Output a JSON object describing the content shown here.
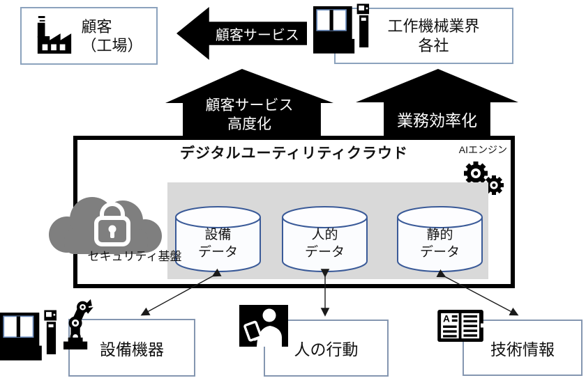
{
  "top": {
    "customer_box": {
      "line1": "顧客",
      "line2": "（工場）"
    },
    "service_arrow_label": "顧客サービス",
    "industry_box": {
      "line1": "工作機械業界",
      "line2": "各社"
    }
  },
  "up_arrows": {
    "left": {
      "line1": "顧客サービス",
      "line2": "高度化"
    },
    "right": {
      "label": "業務効率化"
    }
  },
  "cloud_box": {
    "title": "デジタルユーティリティクラウド",
    "ai_engine_label": "AIエンジン",
    "security_label": "セキュリティ基盤",
    "databases": [
      {
        "line1": "設備",
        "line2": "データ"
      },
      {
        "line1": "人的",
        "line2": "データ"
      },
      {
        "line1": "静的",
        "line2": "データ"
      }
    ]
  },
  "bottom": {
    "equipment_label": "設備機器",
    "human_label": "人の行動",
    "tech_label": "技術情報"
  },
  "icons": {
    "book_letter": "A"
  },
  "colors": {
    "black": "#000000",
    "panel_gray": "#d9d9d9",
    "cloud_gray": "#7f7f7f",
    "cylinder_stroke": "#3a5a98",
    "box_border": "#8496b0"
  }
}
